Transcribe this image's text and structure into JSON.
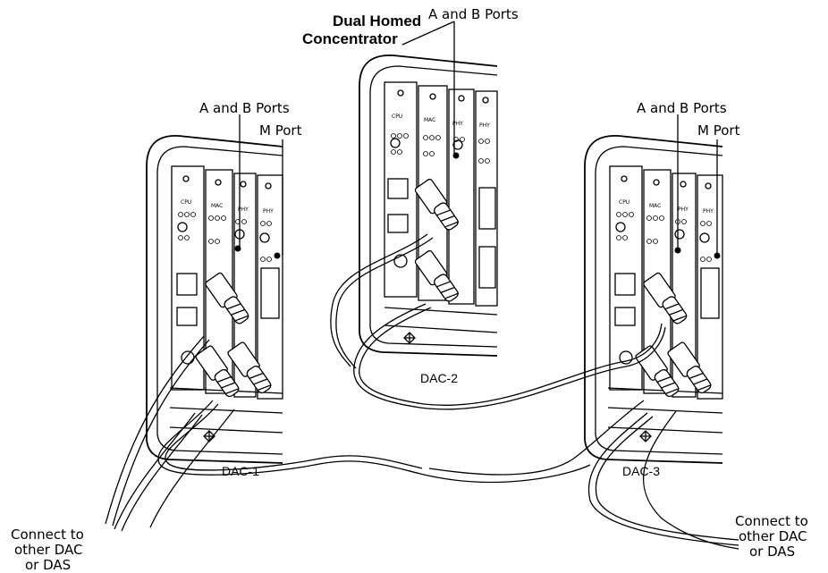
{
  "title": {
    "line1": "Dual Homed",
    "line2": "Concentrator"
  },
  "labels": {
    "ab_ports_top": "A and B Ports",
    "ab_ports_left": "A and B Ports",
    "m_port_left": "M Port",
    "ab_ports_right": "A and B Ports",
    "m_port_right": "M Port"
  },
  "units": {
    "dac1": "DAC-1",
    "dac2": "DAC-2",
    "dac3": "DAC-3"
  },
  "cards": {
    "cpu": "CPU",
    "mac": "MAC",
    "phy1": "PHY",
    "phy2": "PHY"
  },
  "notes": {
    "left": [
      "Connect to",
      "other DAC",
      "or DAS"
    ],
    "right": [
      "Connect to",
      "other DAC",
      "or DAS"
    ]
  }
}
